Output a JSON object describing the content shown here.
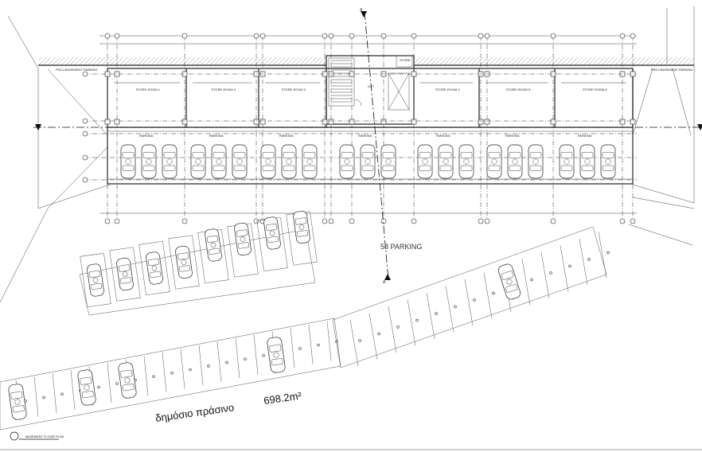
{
  "plan": {
    "section_marker": "A",
    "parking_label": "58 PARKING",
    "greek_label": "δημόσιο πράσινο",
    "area_label": "698.2m²",
    "title_block": "BASEMENT FLOOR PLAN",
    "store_rooms": [
      "STORE ROOM 1",
      "STORE ROOM 2",
      "STORE ROOM 3",
      "STORE ROOM 4",
      "STORE ROOM 5",
      "STORE ROOM 6"
    ],
    "parking_tag": "PARKING",
    "lift_label": "LIFT",
    "store_label": "STORE",
    "left_corner_note": "PROJ.BASEMENT PARKING",
    "right_corner_note": "PROJ.BASEMENT PARKING"
  }
}
